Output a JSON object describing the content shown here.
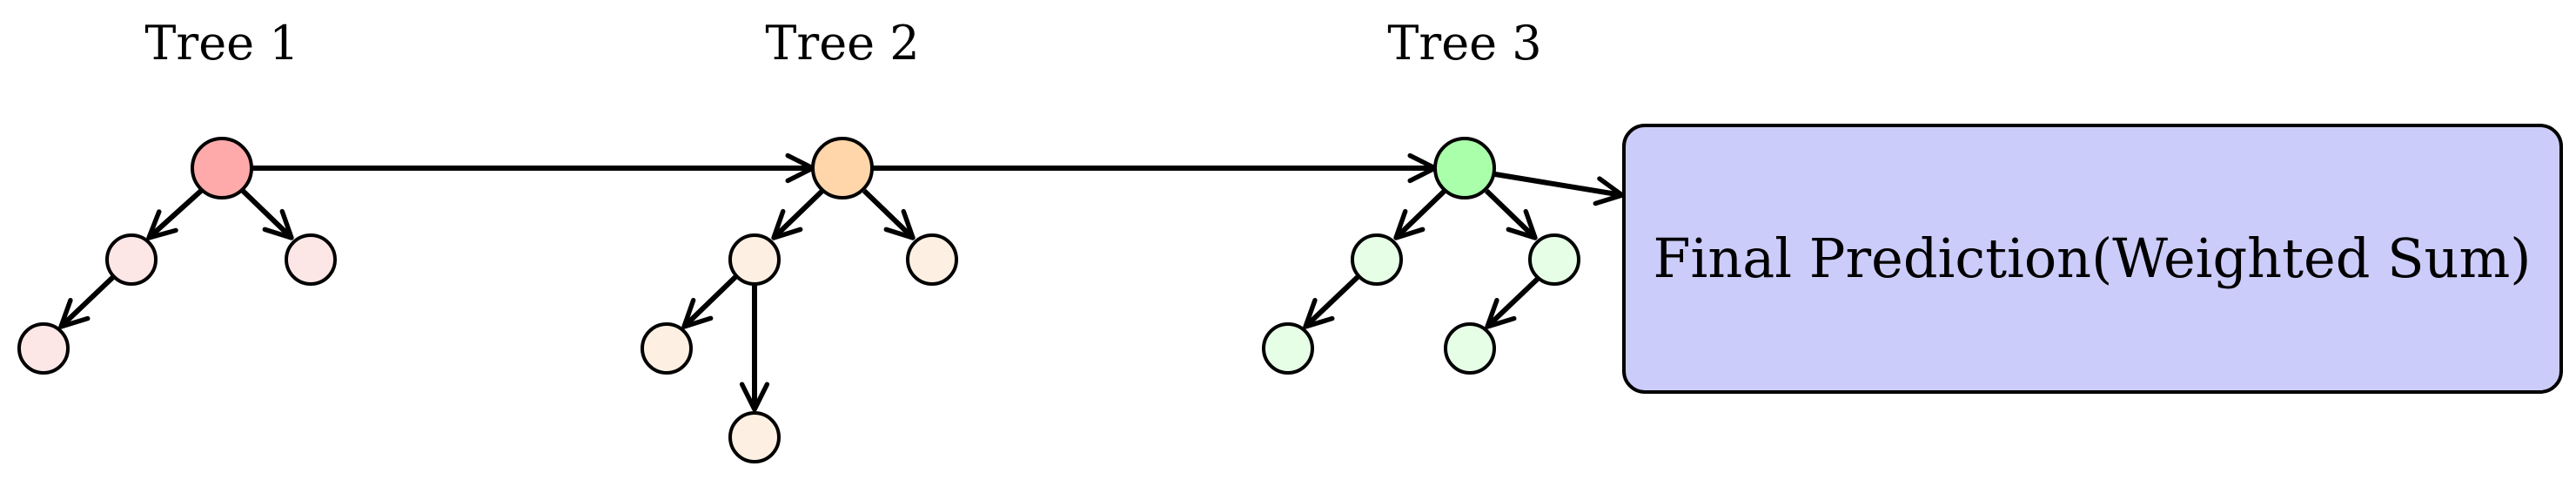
{
  "trees": [
    {
      "title": "Tree 1",
      "root_color": "#ffaaaa",
      "child_color": "#fde6e6"
    },
    {
      "title": "Tree 2",
      "root_color": "#ffd6aa",
      "child_color": "#fdf0e2"
    },
    {
      "title": "Tree 3",
      "root_color": "#aaffaa",
      "child_color": "#e6fde6"
    }
  ],
  "final_box": {
    "label": "Final Prediction(Weighted Sum)",
    "fill_color": "#ccccfa"
  }
}
